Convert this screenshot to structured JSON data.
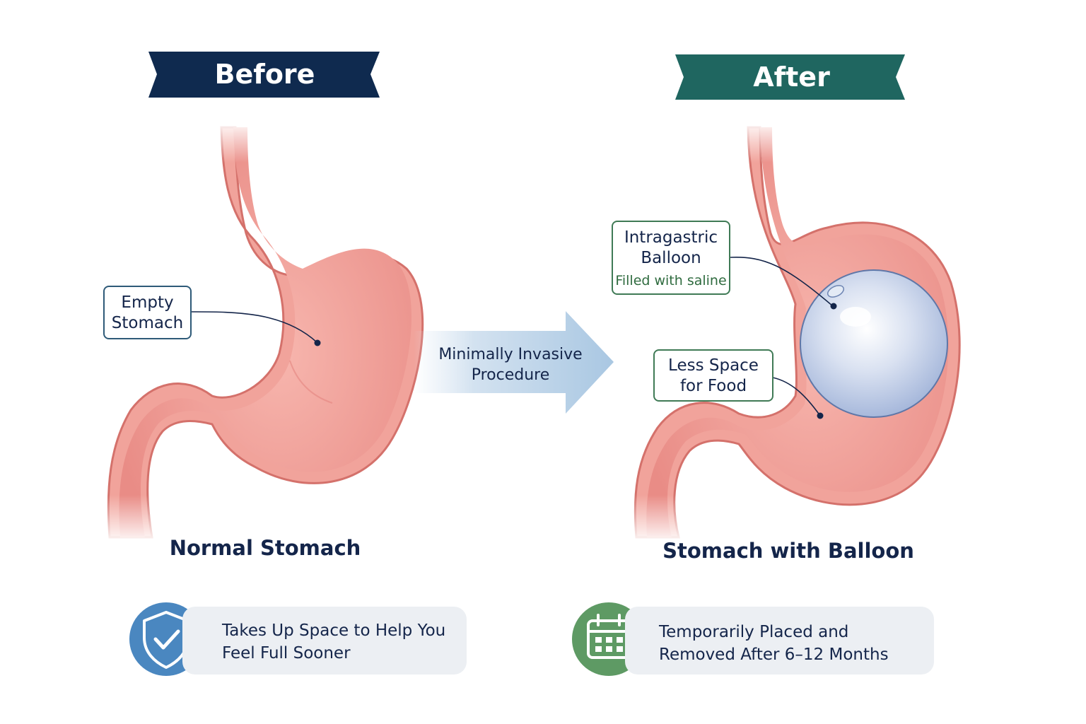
{
  "before": {
    "banner": "Before",
    "callout": "Empty Stomach",
    "caption": "Normal Stomach",
    "banner_color": "#0f2a4f"
  },
  "after": {
    "banner": "After",
    "balloon_callout_title": "Intragastric Balloon",
    "balloon_callout_sub": "Filled with saline",
    "space_callout": "Less Space for Food",
    "caption": "Stomach with Balloon",
    "banner_color": "#1f6660"
  },
  "arrow": {
    "label": "Minimally Invasive Procedure"
  },
  "info_cards": [
    {
      "icon": "shield-check-icon",
      "text": "Takes Up Space to Help You Feel Full Sooner",
      "color": "#4a87c0"
    },
    {
      "icon": "calendar-icon",
      "text": "Temporarily Placed and Removed After 6–12 Months",
      "color": "#5e9a64"
    }
  ]
}
